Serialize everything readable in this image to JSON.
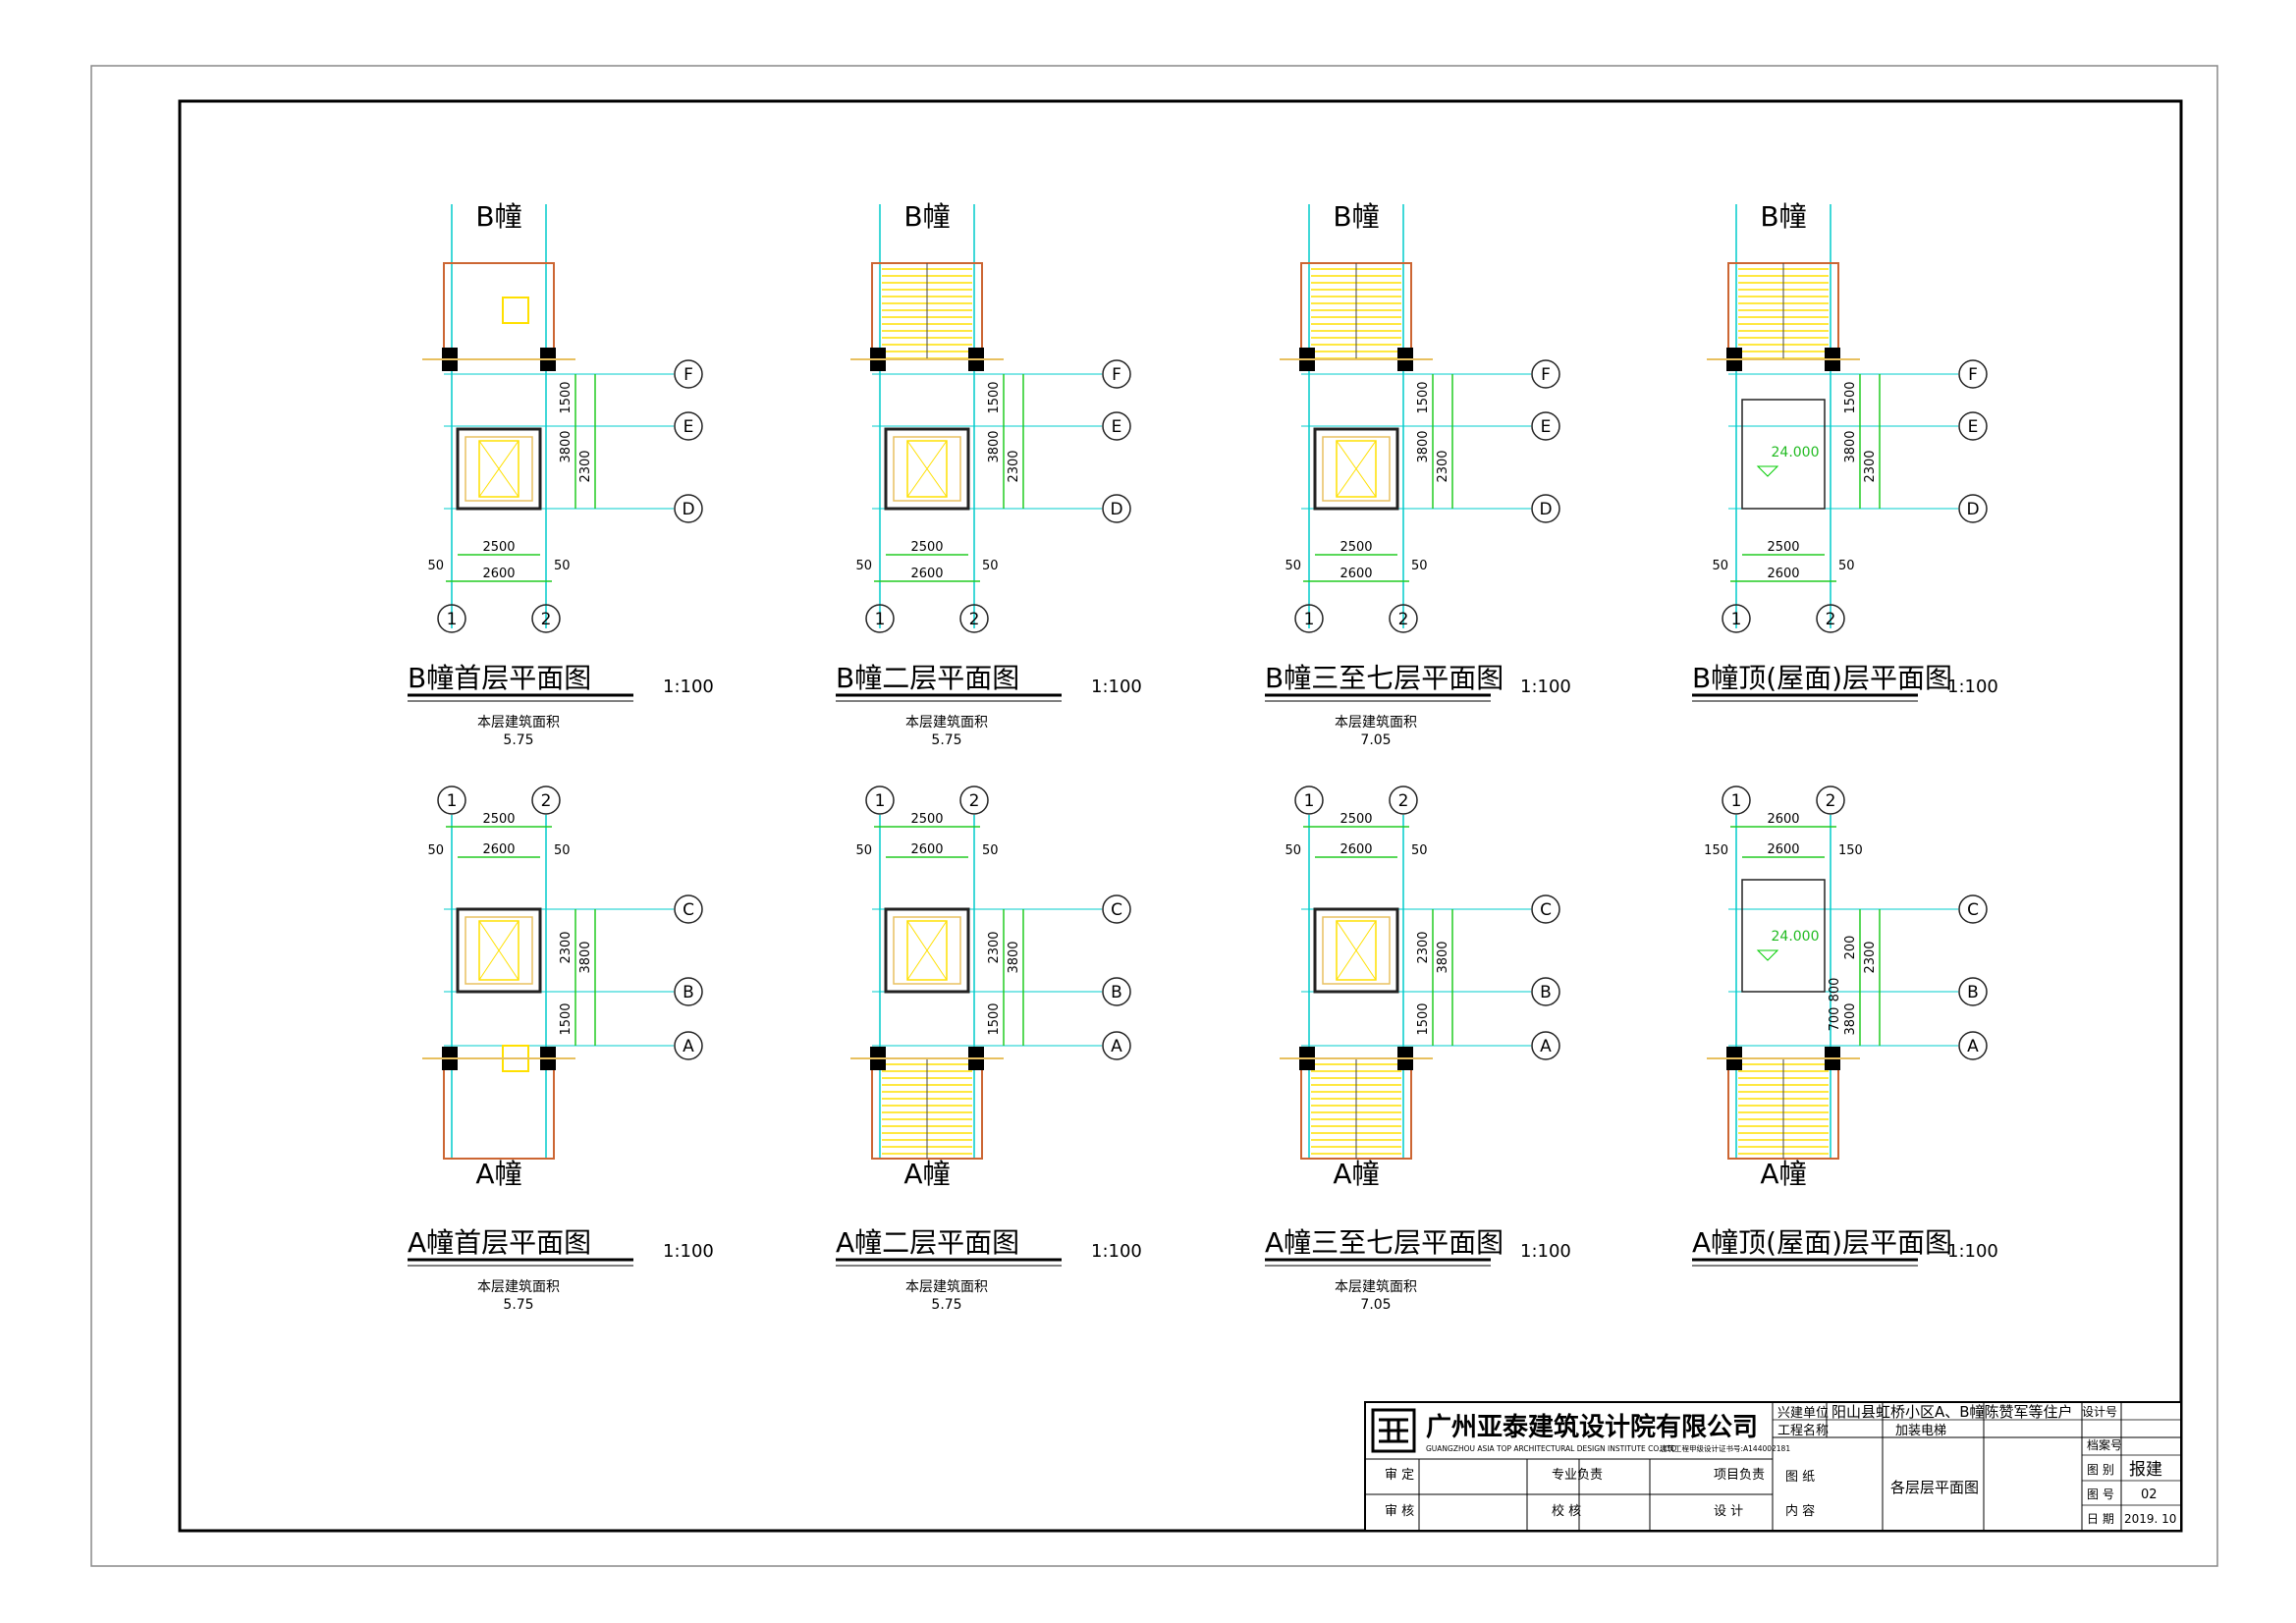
{
  "plans": [
    {
      "id": "b1",
      "building": "B",
      "title": "B幢首层平面图",
      "scale": "1:100",
      "area_label": "本层建筑面积",
      "area": "5.75",
      "axis_labels": [
        "F",
        "E",
        "D"
      ],
      "col_labels": [
        "1",
        "2"
      ],
      "top_label": "B幢",
      "dims_v": [
        "1500",
        "2300",
        "3800"
      ],
      "dims_h": [
        "2500",
        "2600",
        "50",
        "50"
      ],
      "elevation": ""
    },
    {
      "id": "b2",
      "building": "B",
      "title": "B幢二层平面图",
      "scale": "1:100",
      "area_label": "本层建筑面积",
      "area": "5.75",
      "axis_labels": [
        "F",
        "E",
        "D"
      ],
      "col_labels": [
        "1",
        "2"
      ],
      "top_label": "B幢",
      "dims_v": [
        "1500",
        "2300",
        "3800"
      ],
      "dims_h": [
        "2500",
        "2600",
        "50",
        "50"
      ],
      "elevation": ""
    },
    {
      "id": "b3",
      "building": "B",
      "title": "B幢三至七层平面图",
      "scale": "1:100",
      "area_label": "本层建筑面积",
      "area": "7.05",
      "axis_labels": [
        "F",
        "E",
        "D"
      ],
      "col_labels": [
        "1",
        "2"
      ],
      "top_label": "B幢",
      "dims_v": [
        "1500",
        "2300",
        "3800"
      ],
      "dims_h": [
        "2500",
        "2600",
        "50",
        "50"
      ],
      "elevation": ""
    },
    {
      "id": "b4",
      "building": "B",
      "title": "B幢顶(屋面)层平面图",
      "scale": "1:100",
      "area_label": "",
      "area": "",
      "axis_labels": [
        "F",
        "E",
        "D"
      ],
      "col_labels": [
        "1",
        "2"
      ],
      "top_label": "B幢",
      "dims_v": [
        "1500",
        "2300",
        "3800"
      ],
      "dims_h": [
        "2500",
        "2600",
        "50",
        "50"
      ],
      "elevation": "24.000"
    },
    {
      "id": "a1",
      "building": "A",
      "title": "A幢首层平面图",
      "scale": "1:100",
      "area_label": "本层建筑面积",
      "area": "5.75",
      "axis_labels": [
        "C",
        "B",
        "A"
      ],
      "col_labels": [
        "1",
        "2"
      ],
      "top_label": "A幢",
      "dims_v": [
        "2300",
        "3800",
        "1500"
      ],
      "dims_h": [
        "2600",
        "2500",
        "50",
        "50"
      ],
      "elevation": ""
    },
    {
      "id": "a2",
      "building": "A",
      "title": "A幢二层平面图",
      "scale": "1:100",
      "area_label": "本层建筑面积",
      "area": "5.75",
      "axis_labels": [
        "C",
        "B",
        "A"
      ],
      "col_labels": [
        "1",
        "2"
      ],
      "top_label": "A幢",
      "dims_v": [
        "2300",
        "3800",
        "1500"
      ],
      "dims_h": [
        "2600",
        "2500",
        "50",
        "50"
      ],
      "elevation": ""
    },
    {
      "id": "a3",
      "building": "A",
      "title": "A幢三至七层平面图",
      "scale": "1:100",
      "area_label": "本层建筑面积",
      "area": "7.05",
      "axis_labels": [
        "C",
        "B",
        "A"
      ],
      "col_labels": [
        "1",
        "2"
      ],
      "top_label": "A幢",
      "dims_v": [
        "2300",
        "3800",
        "1500"
      ],
      "dims_h": [
        "2600",
        "2500",
        "50",
        "50"
      ],
      "elevation": ""
    },
    {
      "id": "a4",
      "building": "A",
      "title": "A幢顶(屋面)层平面图",
      "scale": "1:100",
      "area_label": "",
      "area": "",
      "axis_labels": [
        "C",
        "B",
        "A"
      ],
      "col_labels": [
        "1",
        "2"
      ],
      "top_label": "A幢",
      "dims_v": [
        "200",
        "2300",
        "3800",
        "700",
        "800"
      ],
      "dims_h": [
        "2600",
        "2600",
        "150",
        "150"
      ],
      "elevation": "24.000"
    }
  ],
  "title_block": {
    "company_cn": "广州亚泰建筑设计院有限公司",
    "company_en": "GUANGZHOU ASIA TOP ARCHITECTURAL DESIGN INSTITUTE CO.,LTD",
    "cert": "建筑工程甲级设计证书号:A144002181",
    "client_label": "兴建单位",
    "client": "阳山县虹桥小区A、B幢陈赞军等住户",
    "project_label": "工程名称",
    "project": "加装电梯",
    "drawing_label_1": "图 纸",
    "drawing_label_2": "内 容",
    "drawing": "各层层平面图",
    "design_no_label": "设计号",
    "archive_label": "档案号",
    "category_label": "图 别",
    "category": "报建",
    "sheet_label": "图 号",
    "sheet": "02",
    "date_label": "日 期",
    "date": "2019. 10",
    "sig_labels": [
      "审  定",
      "专业负责",
      "项目负责",
      "审  核",
      "校  核",
      "设  计"
    ]
  },
  "colors": {
    "wall": "#e8c060",
    "dim": "#22cc22",
    "axis": "#00cccc",
    "stair": "#ffe000",
    "arrow": "#00cc00",
    "door": "#cc6633",
    "column": "#000000",
    "company": "#33cc33"
  }
}
